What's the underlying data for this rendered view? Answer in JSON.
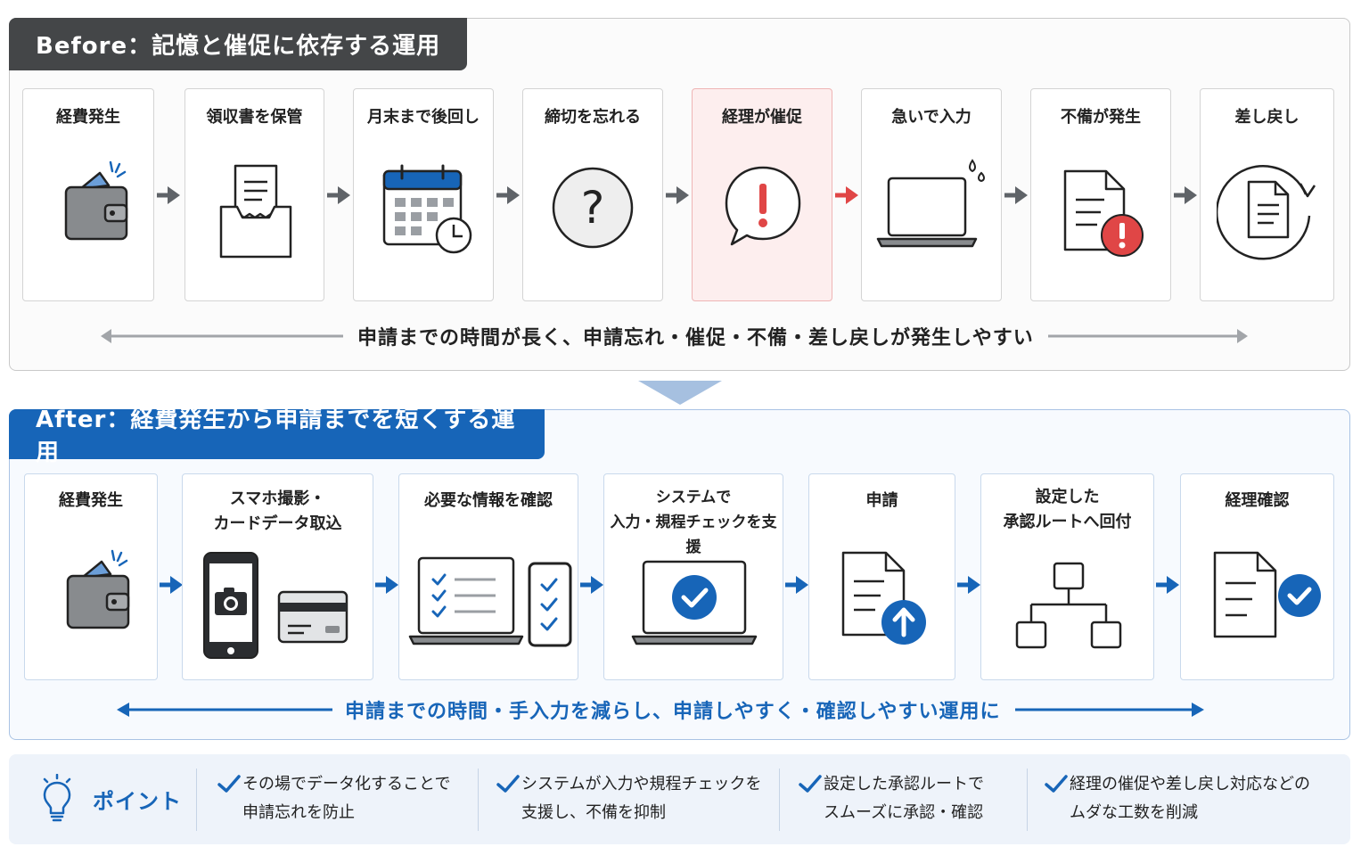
{
  "before": {
    "title": "Before：記憶と催促に依存する運用",
    "steps": [
      {
        "label": "経費発生",
        "icon": "wallet-icon"
      },
      {
        "label": "領収書を保管",
        "icon": "receipt-tray-icon"
      },
      {
        "label": "月末まで後回し",
        "icon": "calendar-clock-icon"
      },
      {
        "label": "締切を忘れる",
        "icon": "question-icon"
      },
      {
        "label": "経理が催促",
        "icon": "exclamation-bubble-icon"
      },
      {
        "label": "急いで入力",
        "icon": "laptop-sweat-icon"
      },
      {
        "label": "不備が発生",
        "icon": "document-error-icon"
      },
      {
        "label": "差し戻し",
        "icon": "document-return-icon"
      }
    ],
    "timeline": "申請までの時間が長く、申請忘れ・催促・不備・差し戻しが発生しやすい"
  },
  "after": {
    "title": "After：経費発生から申請までを短くする運用",
    "steps": [
      {
        "label": "経費発生",
        "icon": "wallet-icon"
      },
      {
        "label": "スマホ撮影・\nカードデータ取込",
        "icon": "phone-camera-card-icon"
      },
      {
        "label": "必要な情報を確認",
        "icon": "checklist-devices-icon"
      },
      {
        "label": "システムで\n入力・規程チェックを支援",
        "icon": "laptop-check-icon"
      },
      {
        "label": "申請",
        "icon": "document-upload-icon"
      },
      {
        "label": "設定した\n承認ルートへ回付",
        "icon": "org-chart-icon"
      },
      {
        "label": "経理確認",
        "icon": "document-check-icon"
      }
    ],
    "timeline": "申請までの時間・手入力を減らし、申請しやすく・確認しやすい運用に"
  },
  "points": {
    "title": "ポイント",
    "items": [
      "その場でデータ化することで\n申請忘れを防止",
      "システムが入力や規程チェックを\n支援し、不備を抑制",
      "設定した承認ルートで\nスムーズに承認・確認",
      "経理の催促や差し戻し対応などの\nムダな工数を削減"
    ]
  },
  "colors": {
    "before_title_bg": "#444648",
    "after_accent": "#1765b8",
    "alert_red": "#e04646",
    "arrow_gray": "#5f6368"
  }
}
